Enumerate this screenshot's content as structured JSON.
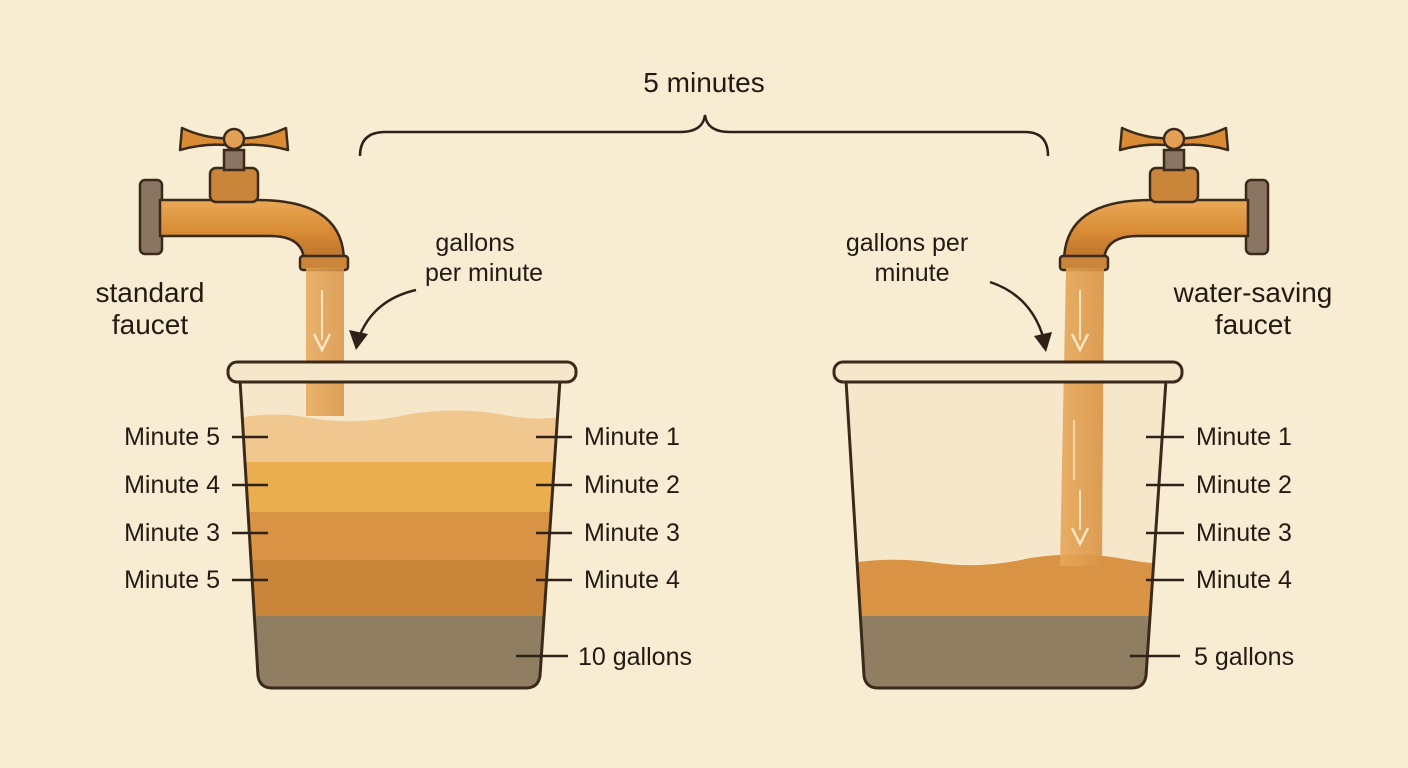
{
  "duration_label": "5 minutes",
  "left": {
    "faucet_label": [
      "standard",
      "faucet"
    ],
    "flow_label": [
      "gallons",
      "per minute"
    ],
    "left_marks": [
      "Minute 5",
      "Minute 4",
      "Minute 3",
      "Minute 5"
    ],
    "right_marks": [
      "Minute 1",
      "Minute 2",
      "Minute 3",
      "Minute 4"
    ],
    "total_label": "10 gallons"
  },
  "right": {
    "faucet_label": [
      "water-saving",
      "faucet"
    ],
    "flow_label": [
      "gallons per",
      "minute"
    ],
    "right_marks": [
      "Minute 1",
      "Minute 2",
      "Minute 3",
      "Minute 4"
    ],
    "total_label": "5 gallons"
  },
  "colors": {
    "background": "#f8ecd3",
    "brass": "#d98c35",
    "water": "#e4a24f",
    "layer_top": "#f0c88f",
    "layer_2": "#eaae4e",
    "layer_3": "#d99345",
    "layer_4": "#c98539",
    "sediment": "#8f7e62",
    "outline": "#3b2a1a"
  }
}
